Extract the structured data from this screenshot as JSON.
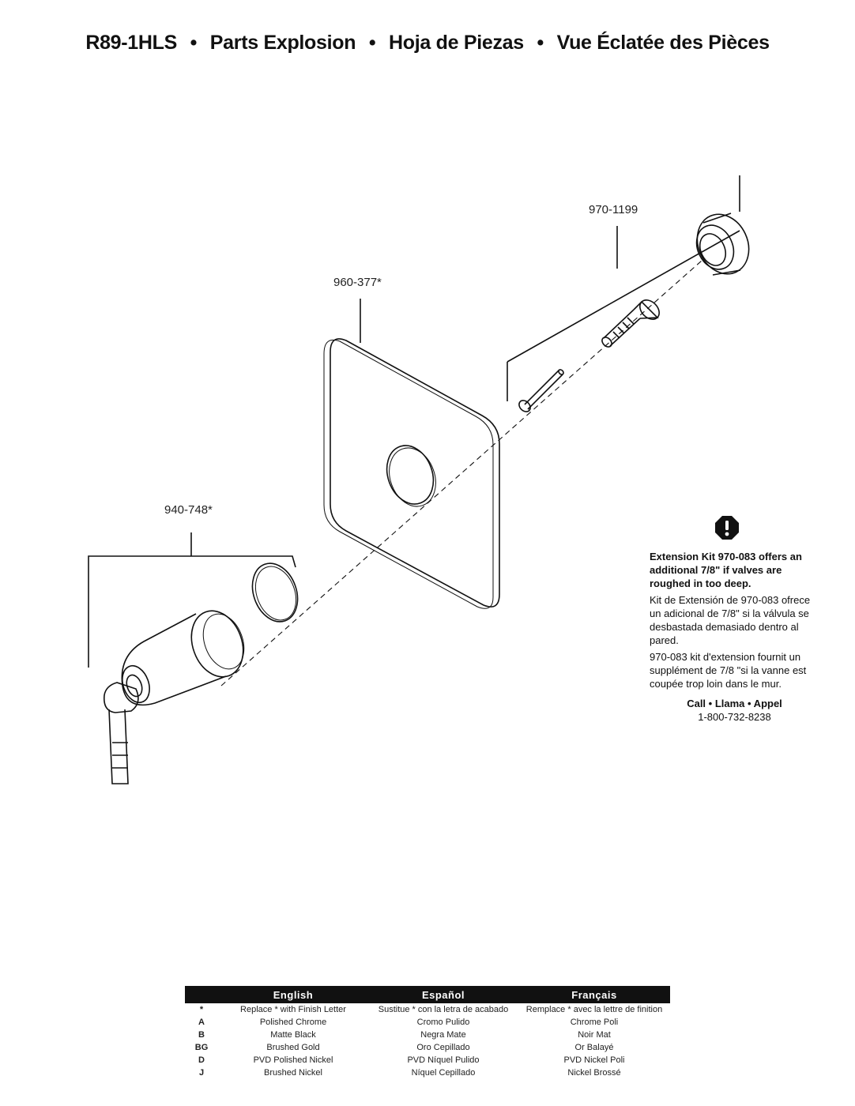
{
  "title": {
    "model": "R89-1HLS",
    "en": "Parts Explosion",
    "es": "Hoja de Piezas",
    "fr": "Vue Éclatée des Pièces",
    "separator": "•"
  },
  "parts": {
    "cartridge_kit": "970-1199",
    "escutcheon": "960-377*",
    "handle": "940-748*"
  },
  "note": {
    "icon": "exclamation-octagon-icon",
    "en": "Extension Kit 970-083 offers an additional 7/8\" if valves are roughed in too deep.",
    "es": "Kit de Extensión de 970-083 ofrece un adicional de 7/8\" si la válvula se desbastada demasiado dentro al pared.",
    "fr": "970-083 kit d'extension fournit un supplément de 7/8 \"si la vanne est coupée trop loin dans le mur.",
    "call_label": "Call • Llama • Appel",
    "phone": "1-800-732-8238"
  },
  "finish_table": {
    "headers": [
      "",
      "English",
      "Español",
      "Français"
    ],
    "rows": [
      [
        "*",
        "Replace * with Finish Letter",
        "Sustitue * con la letra de acabado",
        "Remplace * avec la lettre de finition"
      ],
      [
        "A",
        "Polished Chrome",
        "Cromo Pulido",
        "Chrome Poli"
      ],
      [
        "B",
        "Matte Black",
        "Negra Mate",
        "Noir Mat"
      ],
      [
        "BG",
        "Brushed Gold",
        "Oro Cepillado",
        "Or Balayé"
      ],
      [
        "D",
        "PVD Polished Nickel",
        "PVD Níquel Pulido",
        "PVD Nickel Poli"
      ],
      [
        "J",
        "Brushed Nickel",
        "Níquel Cepillado",
        "Nickel Brossé"
      ]
    ]
  },
  "colors": {
    "ink": "#111111",
    "header_bg": "#111111",
    "header_text": "#ffffff"
  }
}
